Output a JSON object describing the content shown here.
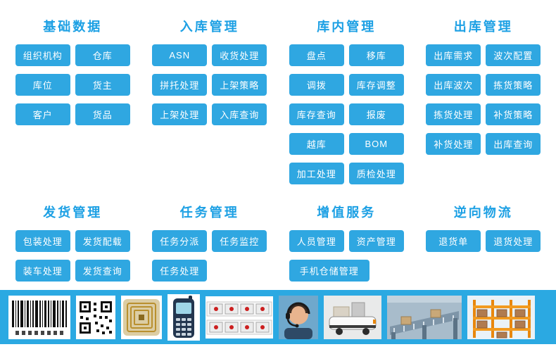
{
  "theme": {
    "title_color": "#1CA0E4",
    "button_color": "#2FA7E1",
    "button_text_color": "#FFFFFF",
    "strip_color": "#2BA9E2"
  },
  "sections": [
    {
      "title": "基础数据",
      "buttons": [
        "组织机构",
        "仓库",
        "库位",
        "货主",
        "客户",
        "货品"
      ]
    },
    {
      "title": "入库管理",
      "buttons": [
        "ASN",
        "收货处理",
        "拼托处理",
        "上架策略",
        "上架处理",
        "入库查询"
      ]
    },
    {
      "title": "库内管理",
      "buttons": [
        "盘点",
        "移库",
        "调拨",
        "库存调整",
        "库存查询",
        "报废",
        "越库",
        "BOM",
        "加工处理",
        "质检处理"
      ]
    },
    {
      "title": "出库管理",
      "buttons": [
        "出库需求",
        "波次配置",
        "出库波次",
        "拣货策略",
        "拣货处理",
        "补货策略",
        "补货处理",
        "出库查询"
      ]
    },
    {
      "title": "发货管理",
      "buttons": [
        "包装处理",
        "发货配载",
        "装车处理",
        "发货查询"
      ]
    },
    {
      "title": "任务管理",
      "buttons": [
        "任务分派",
        "任务监控",
        "任务处理"
      ]
    },
    {
      "title": "增值服务",
      "buttons": [
        "人员管理",
        "资产管理",
        "手机仓储管理"
      ]
    },
    {
      "title": "逆向物流",
      "buttons": [
        "退货单",
        "退货处理"
      ]
    }
  ],
  "footer": {
    "images": [
      "barcode",
      "qr-code",
      "rfid-tag",
      "handheld-terminal",
      "electronic-shelf-labels",
      "customer-service-agent",
      "agv-robot",
      "conveyor-line",
      "pallet-racking"
    ]
  }
}
